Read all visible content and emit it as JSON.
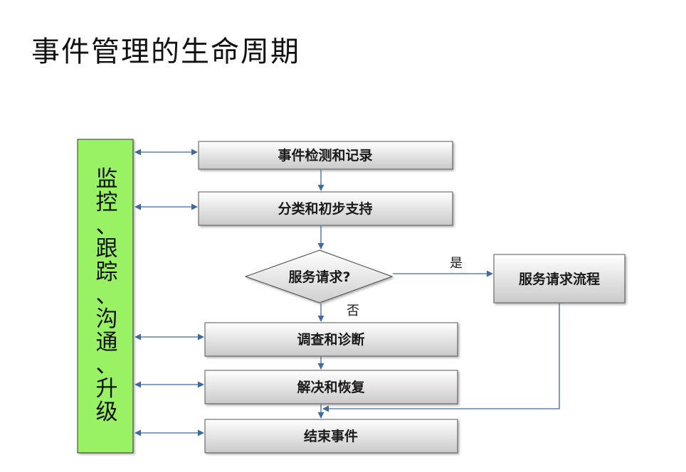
{
  "title": "事件管理的生命周期",
  "side_panel": {
    "chars": [
      "监",
      "控",
      "、",
      "跟",
      "踪",
      "、",
      "沟",
      "通",
      "、",
      "升",
      "级"
    ]
  },
  "nodes": {
    "detect": "事件检测和记录",
    "classify": "分类和初步支持",
    "decision": "服务请求?",
    "service": "服务请求流程",
    "investigate": "调查和诊断",
    "resolve": "解决和恢复",
    "close": "结束事件"
  },
  "branches": {
    "yes": "是",
    "no": "否"
  },
  "colors": {
    "side_panel_fill": "#99f263",
    "box_fill_top": "#ffffff",
    "box_fill_bottom": "#c8c8c8",
    "arrow": "#3d6a9f"
  }
}
